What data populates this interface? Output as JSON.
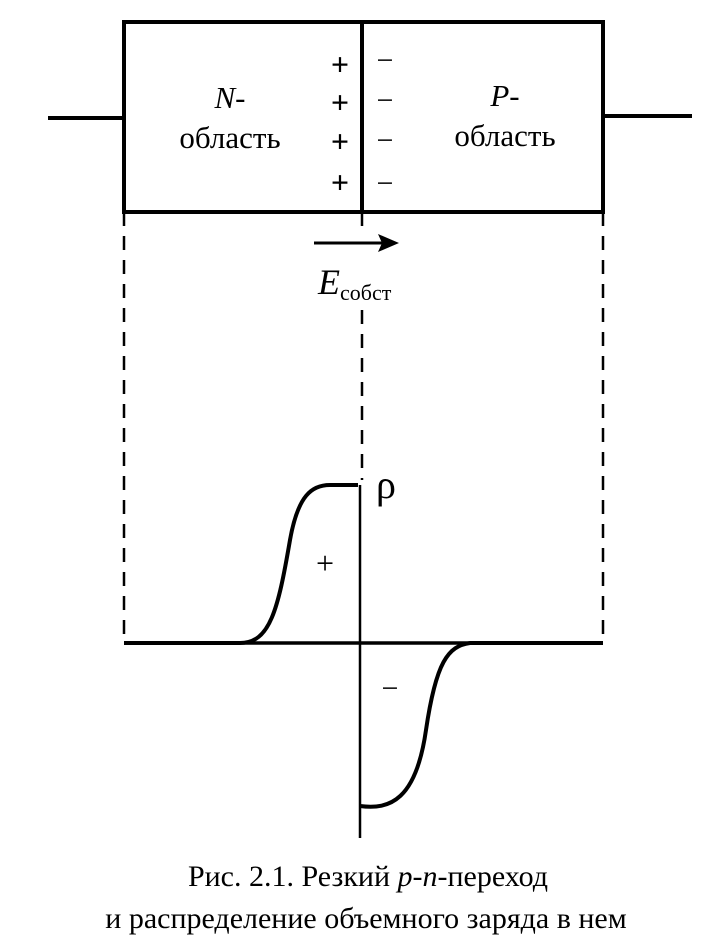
{
  "diagram": {
    "n_region": {
      "letter": "N",
      "suffix": "-",
      "word": "область"
    },
    "p_region": {
      "letter": "P",
      "suffix": "-",
      "word": "область"
    },
    "plus_sign": "+",
    "minus_sign": "−",
    "field": {
      "symbol": "E",
      "subscript": "собст"
    },
    "rho_label": "ρ",
    "positive_charge_label": "+",
    "negative_charge_label": "−"
  },
  "caption": {
    "line1": {
      "prefix": "Рис. 2.1. Резкий ",
      "italic": "p-n",
      "suffix": "-переход"
    },
    "line2": "и распределение объемного заряда в нем"
  }
}
